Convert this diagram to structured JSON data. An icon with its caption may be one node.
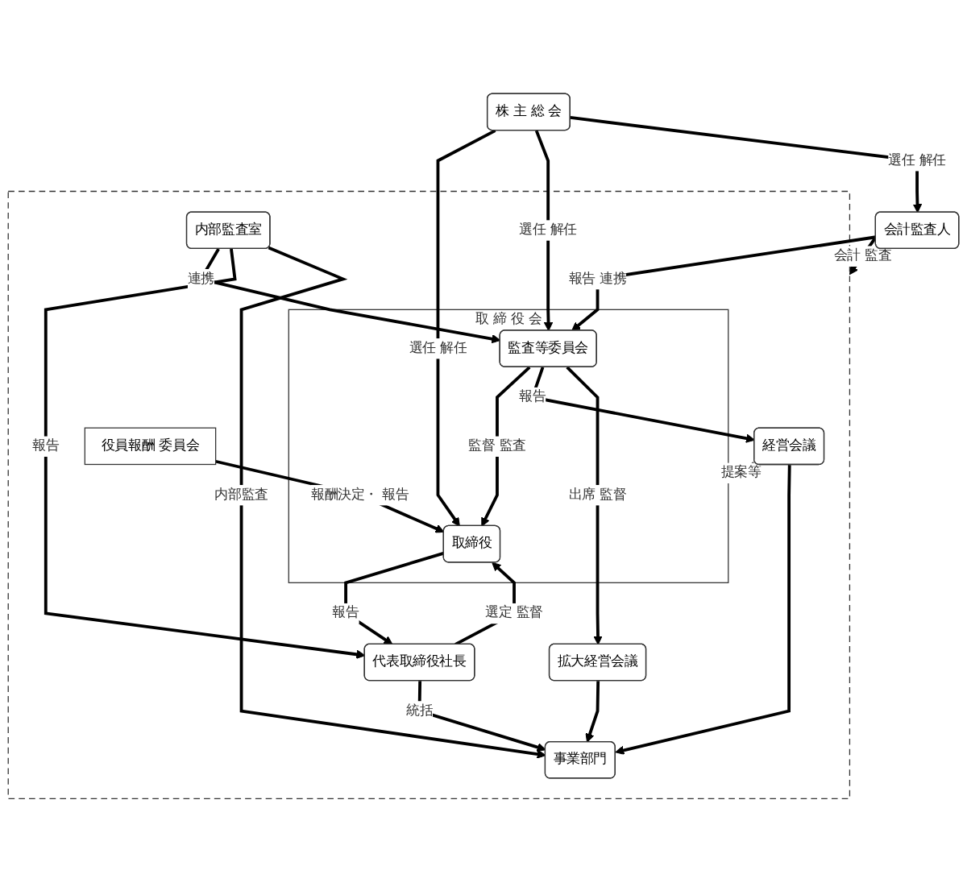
{
  "diagram": {
    "nodes": [
      {
        "text": [
          "株 主 総 会"
        ]
      },
      {
        "text": [],
        "shape": "box"
      },
      {
        "text": [
          "取 締 役 会"
        ],
        "in": 1
      },
      {
        "text": [
          "取締役"
        ],
        "in": 2
      },
      {
        "text": [
          "監査等委員会"
        ],
        "in": 2
      },
      {
        "text": [
          "役員報酬 委員会"
        ],
        "in": 1
      },
      {
        "text": [
          "代表取締役社長"
        ],
        "in": 1
      },
      {
        "text": [
          "内部監査室"
        ],
        "in": 1
      },
      {
        "text": [
          "経営会議"
        ],
        "in": 1
      },
      {
        "text": [
          "拡大経営会議"
        ],
        "in": 1
      },
      {
        "text": [
          "事業部門"
        ],
        "in": 1
      },
      {
        "text": [
          "会計監査人"
        ]
      }
    ],
    "edges": [
      {
        "from": 0,
        "to": 3,
        "arrow": "to",
        "label": "選任 解任"
      },
      {
        "from": 0,
        "to": 4,
        "arrow": "to",
        "label": "選任 解任"
      },
      {
        "from": 0,
        "to": 11,
        "arrow": "to",
        "label": "選任 解任"
      },
      {
        "from": 5,
        "to": 3,
        "arrow": "to",
        "label": "報酬決定・ 報告"
      },
      {
        "from": 4,
        "to": 3,
        "arrow": "to",
        "label": "監督 監査"
      },
      {
        "from": 11,
        "to": 4,
        "arrow": "to",
        "label": "報告 連携"
      },
      {
        "from": 6,
        "to": 3,
        "arrow": "to",
        "label": "選定 監督"
      },
      {
        "from": 3,
        "to": 6,
        "arrow": "to",
        "label": "報告"
      },
      {
        "from": 8,
        "to": 2,
        "arrow": "to",
        "label": "提案等"
      },
      {
        "from": 4,
        "to": 8,
        "arrow": "to",
        "label": "報告"
      },
      {
        "from": 4,
        "to": 9,
        "arrow": "to",
        "label": "出席 監督"
      },
      {
        "from": 7,
        "to": 4,
        "arrow": "to",
        "label": "連携"
      },
      {
        "from": 7,
        "to": 6,
        "arrow": "to",
        "label": "報告"
      },
      {
        "from": 11,
        "to": 1,
        "arrow": "to",
        "label": "会計 監査"
      },
      {
        "from": 6,
        "to": 10,
        "arrow": "to",
        "label": "統括"
      },
      {
        "from": 8,
        "to": 10,
        "arrow": "to"
      },
      {
        "from": 9,
        "to": 10,
        "arrow": "to"
      },
      {
        "from": 7,
        "to": 10,
        "arrow": "to",
        "label": "内部監査"
      }
    ]
  }
}
